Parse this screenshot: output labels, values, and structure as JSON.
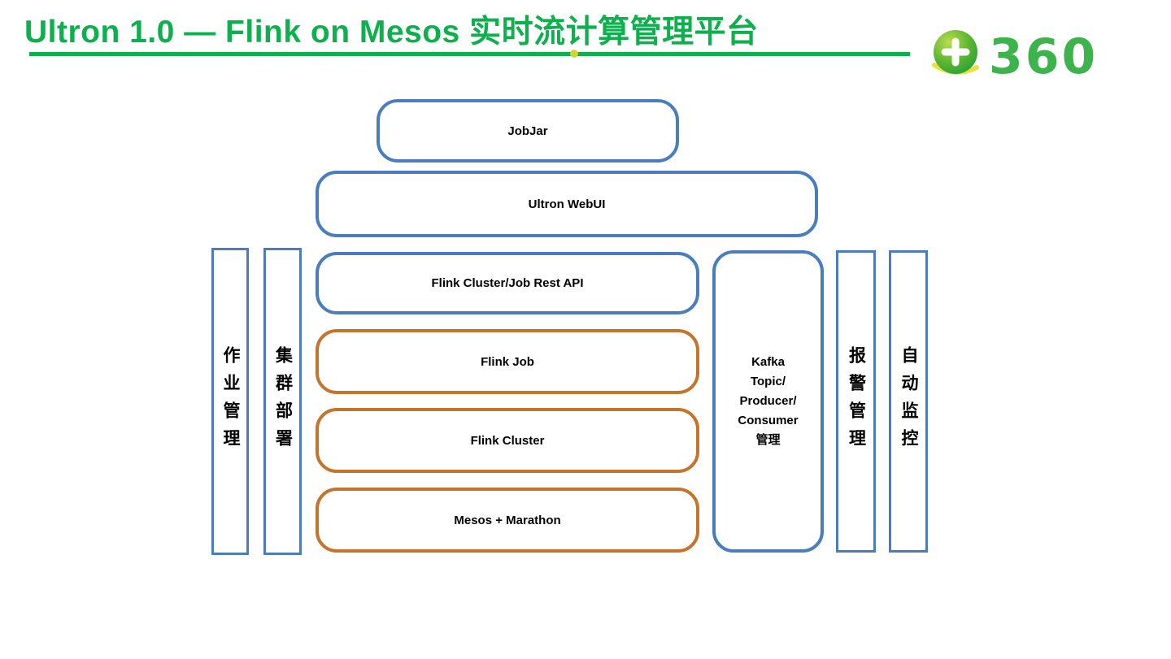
{
  "title": "Ultron 1.0 — Flink on Mesos 实时流计算管理平台",
  "logo": {
    "brand": "360"
  },
  "colors": {
    "green": "#0eb04e",
    "blue": "#4a7dbd",
    "orange": "#c4752c",
    "dot": "#d6d435"
  },
  "diagram": {
    "jobjar": {
      "label": "JobJar"
    },
    "webui": {
      "label": "Ultron WebUI"
    },
    "stack": [
      {
        "label": "Flink Cluster/Job Rest API",
        "style": "blue"
      },
      {
        "label": "Flink Job",
        "style": "orange"
      },
      {
        "label": "Flink Cluster",
        "style": "orange"
      },
      {
        "label": "Mesos + Marathon",
        "style": "orange"
      }
    ],
    "left_bars": [
      {
        "label": "作业管理"
      },
      {
        "label": "集群部署"
      }
    ],
    "kafka": {
      "lines": [
        "Kafka",
        "Topic/",
        "Producer/",
        "Consumer",
        "管理"
      ]
    },
    "right_bars": [
      {
        "label": "报警管理"
      },
      {
        "label": "自动监控"
      }
    ]
  }
}
